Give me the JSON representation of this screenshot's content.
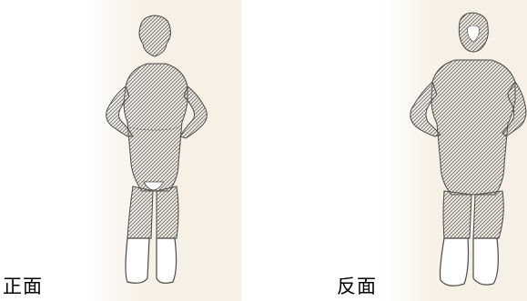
{
  "labels": {
    "front": "正面",
    "back": "反面"
  },
  "colors": {
    "ink": "#4a4a4a",
    "paper": "#f7f0e4",
    "background": "#ffffff"
  },
  "figures": {
    "front_view": "standing-figure-front",
    "back_view": "standing-figure-back"
  }
}
